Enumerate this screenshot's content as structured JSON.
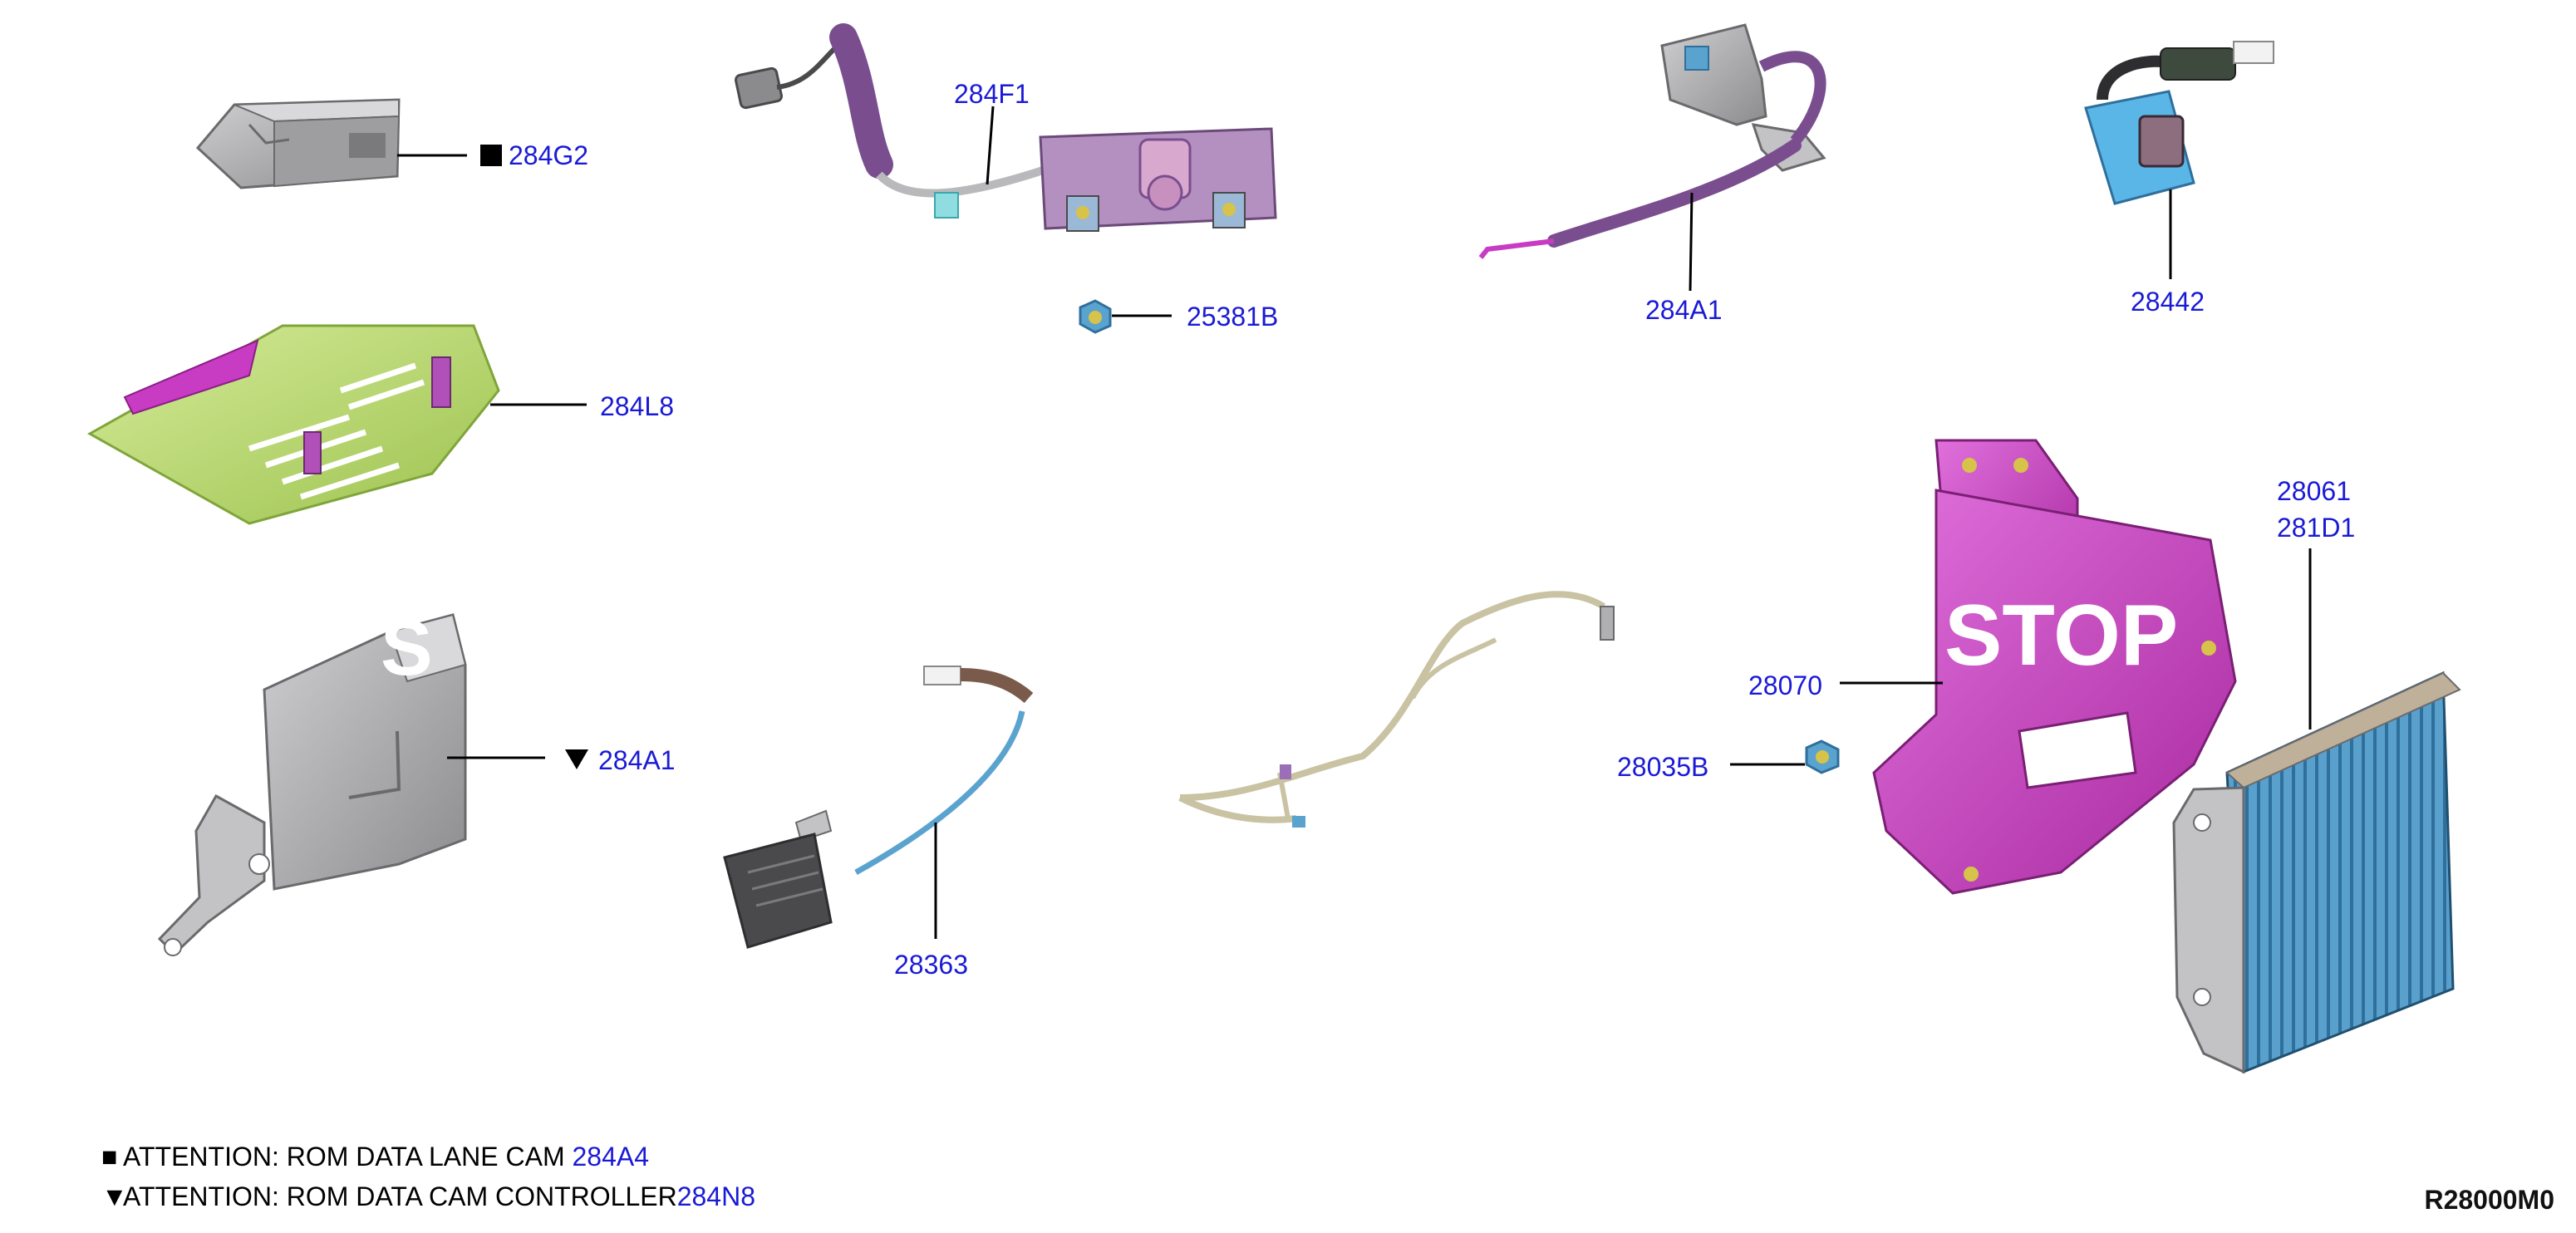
{
  "callouts": {
    "c284G2": "284G2",
    "c284F1": "284F1",
    "c25381B": "25381B",
    "c284A1_top": "284A1",
    "c28442": "28442",
    "c284L8": "284L8",
    "c284A1_mid": "284A1",
    "c28363": "28363",
    "c28070": "28070",
    "c28035B": "28035B",
    "c28061": "28061",
    "c281D1": "281D1"
  },
  "watermark": {
    "left": "S",
    "right": "STOP"
  },
  "notes": {
    "line1": {
      "mark": "■",
      "text": "ATTENTION: ROM DATA LANE CAM ",
      "code": "284A4"
    },
    "line2": {
      "mark": "▼",
      "text": "ATTENTION: ROM DATA CAM CONTROLLER",
      "code": "284N8"
    }
  },
  "footer": {
    "diagram_code": "R28000M0"
  },
  "colors": {
    "callout": "#1a1ad6",
    "green_cover": "#b5d66a",
    "magenta_part": "#c83bc3",
    "purple_harness": "#7a4e8e",
    "blue_module": "#5ba3cf",
    "gray_metal": "#a8a8aa"
  }
}
